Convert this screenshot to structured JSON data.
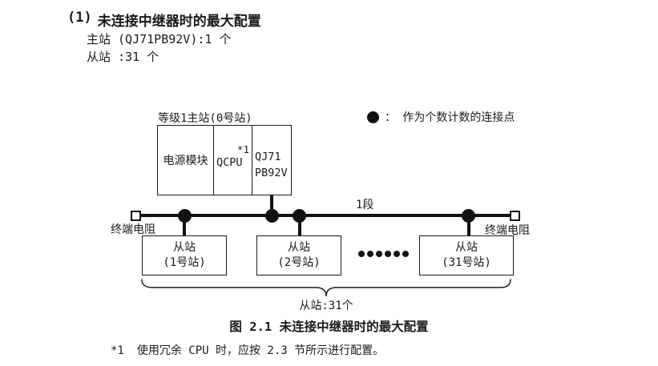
{
  "page": {
    "background": "#ffffff",
    "ink": "#1a1a1a"
  },
  "heading": {
    "number": "(1)",
    "title": "未连接中继器时的最大配置",
    "master_spec": "主站 (QJ71PB92V):1 个",
    "slave_spec": "从站 :31 个"
  },
  "diagram": {
    "master": {
      "label": "等级1主站(0号站)",
      "modules": {
        "power": "电源模块",
        "cpu": "QCPU",
        "cpu_note": "*1",
        "network_line1": "QJ71",
        "network_line2": "PB92V"
      }
    },
    "legend": {
      "marker": "●",
      "text": "：  作为个数计数的连接点"
    },
    "bus": {
      "segment_label": "1段",
      "terminator_left": "终端电阻",
      "terminator_right": "终端电阻"
    },
    "slaves": [
      {
        "line1": "从站",
        "line2": "(1号站)"
      },
      {
        "line1": "从站",
        "line2": "(2号站)"
      },
      {
        "line1": "从站",
        "line2": "(31号站)"
      }
    ],
    "ellipsis_count": 6,
    "brace_label": "从站:31个"
  },
  "caption": "图 2.1 未连接中继器时的最大配置",
  "footnote": {
    "ref": "*1",
    "text": "使用冗余 CPU 时，应按 2.3 节所示进行配置。"
  }
}
